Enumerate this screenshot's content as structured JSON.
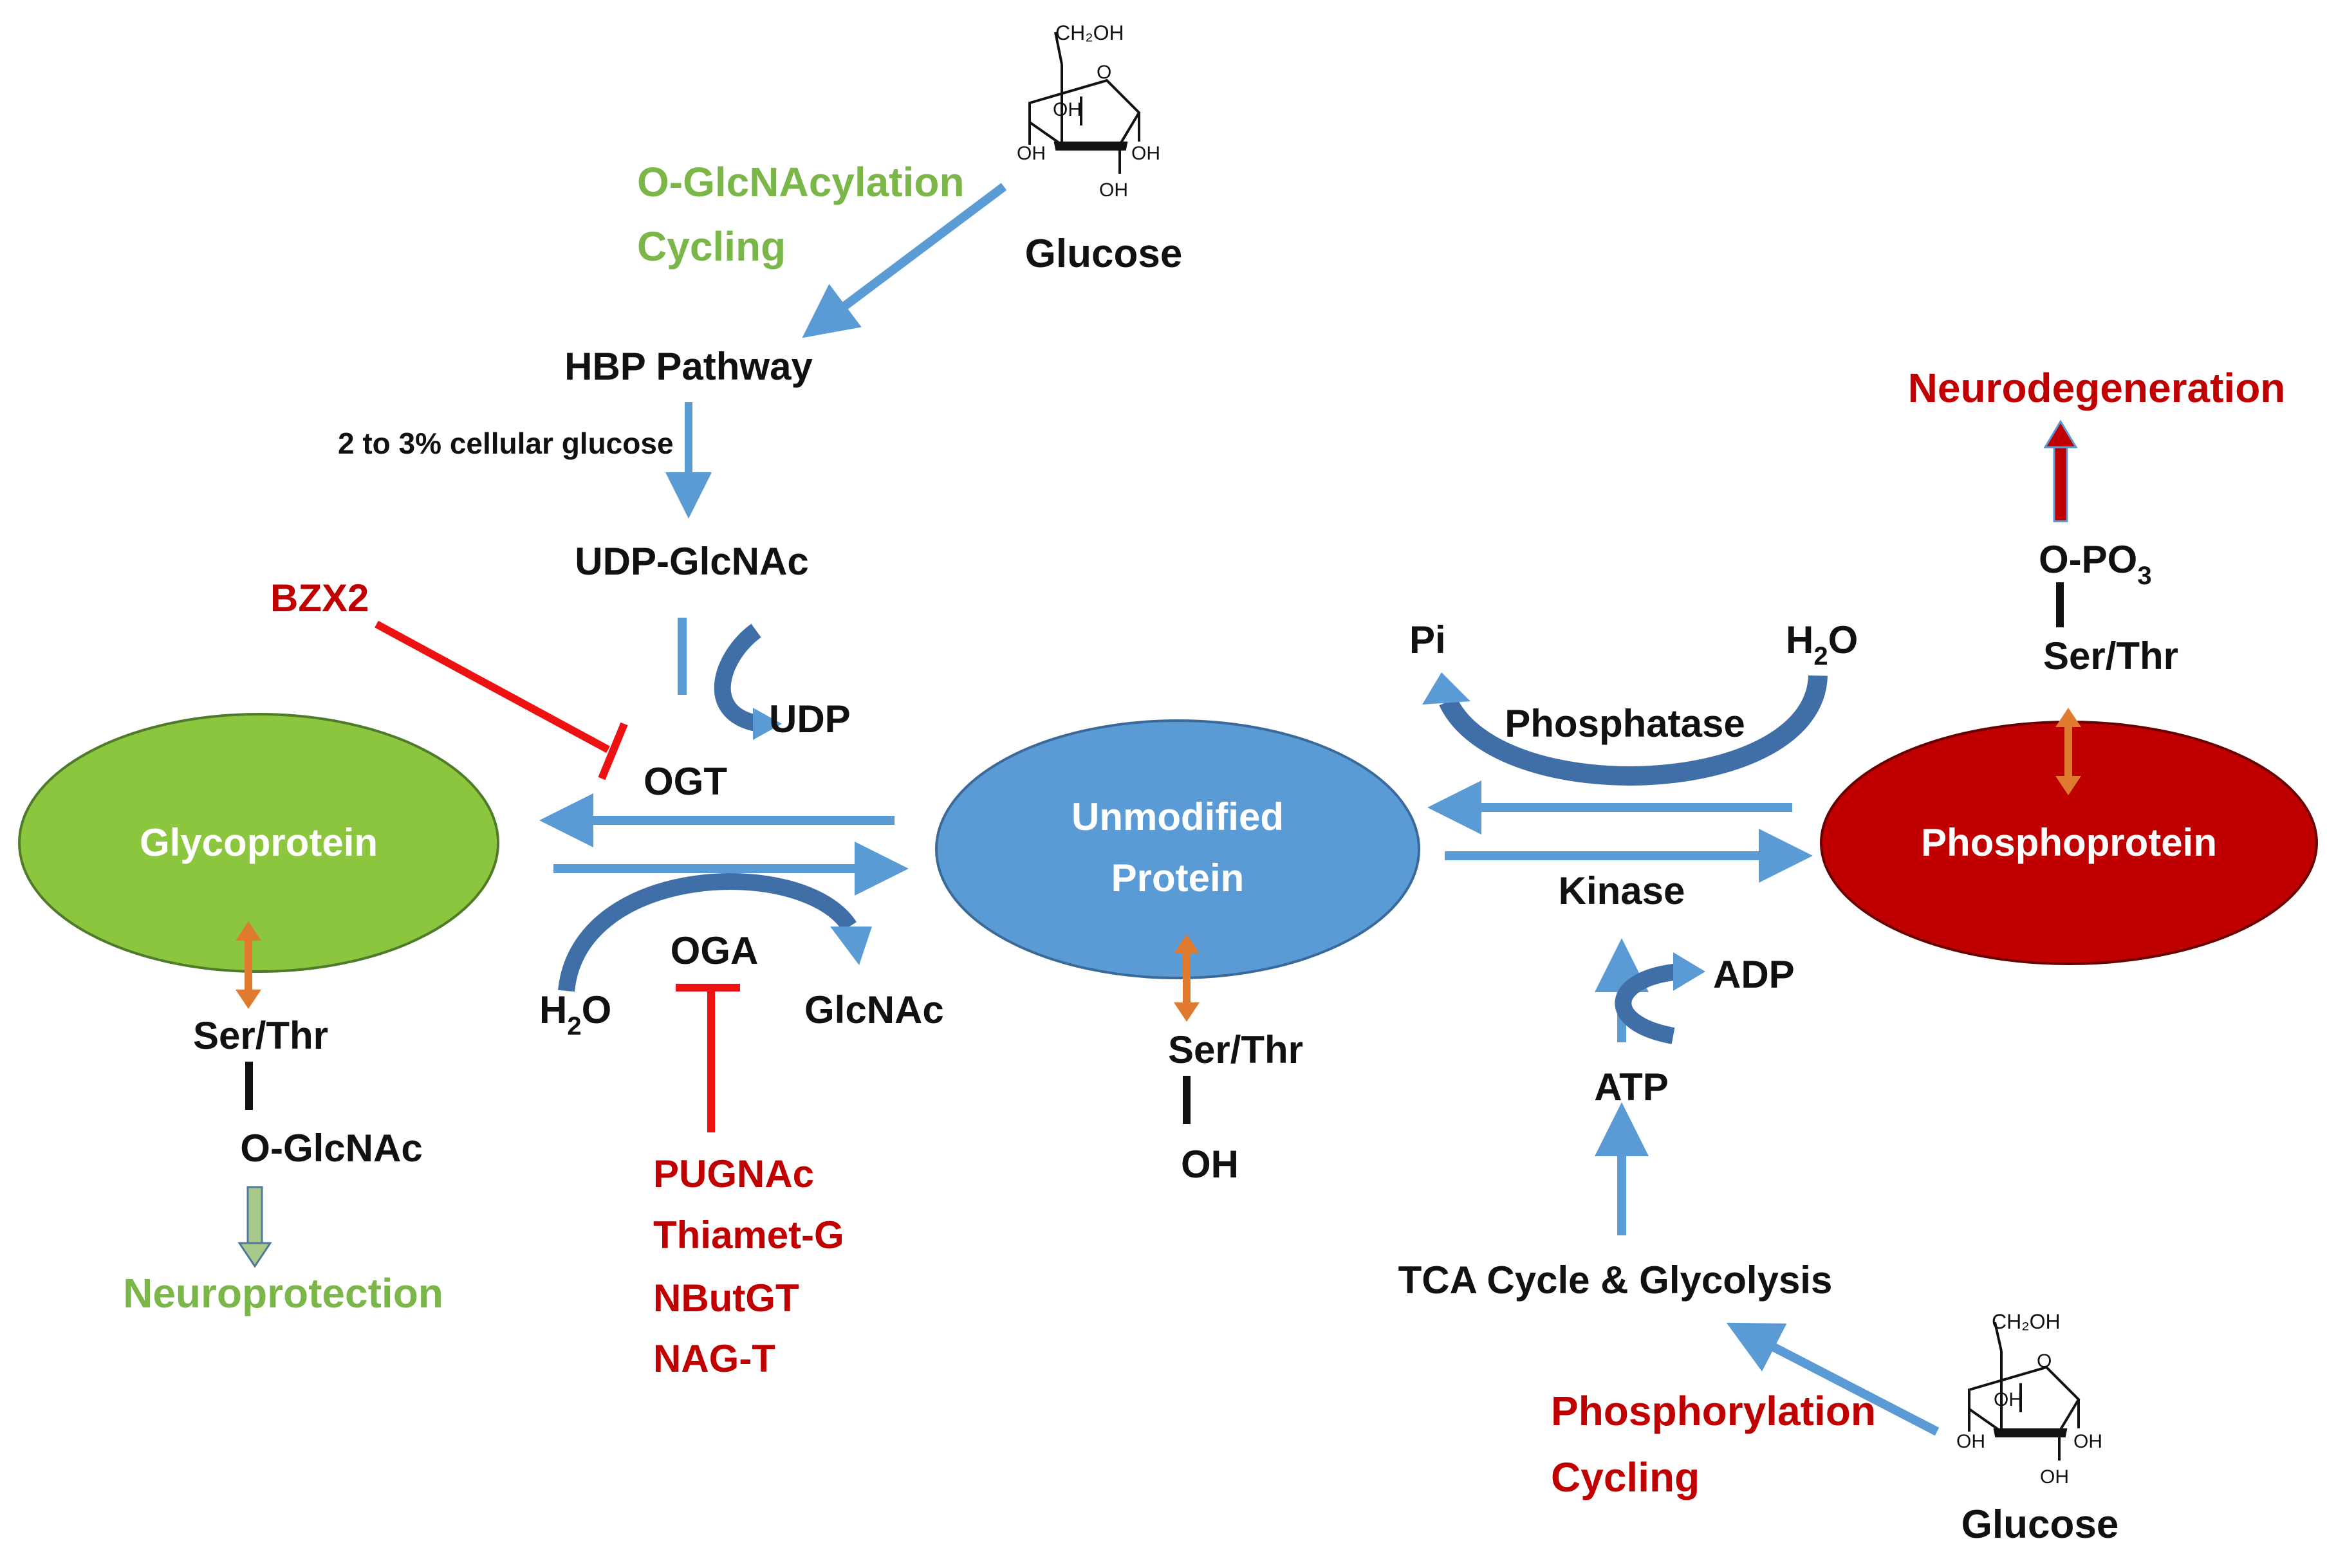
{
  "colors": {
    "arrow_blue": "#5b9bd5",
    "arrow_blue_dark": "#3f6fa6",
    "inhibitor_red": "#ee1111",
    "label_green": "#7ab648",
    "label_red": "#c00000",
    "glycoprotein_fill": "#8cc63f",
    "unmodified_fill": "#5b9bd5",
    "phosphoprotein_fill": "#c00000",
    "double_arrow_orange": "#e07a2e",
    "text_black": "#111111"
  },
  "nodes": {
    "glycoprotein": "Glycoprotein",
    "unmodified_line1": "Unmodified",
    "unmodified_line2": "Protein",
    "phosphoprotein": "Phosphoprotein"
  },
  "glucose_top": {
    "label": "Glucose",
    "ring": {
      "ch2oh": "CH₂OH",
      "o": "O",
      "oh_a": "OH",
      "oh_b": "OH",
      "oh_c": "OH",
      "oh_d": "OH"
    }
  },
  "glucose_bottom": {
    "label": "Glucose",
    "ring": {
      "ch2oh": "CH₂OH",
      "o": "O",
      "oh_a": "OH",
      "oh_b": "OH",
      "oh_c": "OH",
      "oh_d": "OH"
    }
  },
  "left_pathway": {
    "cycling_line1": "O-GlcNAcylation",
    "cycling_line2": "Cycling",
    "hbp": "HBP Pathway",
    "fraction": "2 to 3% cellular glucose",
    "udp_glcnac": "UDP-GlcNAc",
    "udp": "UDP",
    "ogt": "OGT",
    "bzx2": "BZX2",
    "oga": "OGA",
    "h2o_main": "H",
    "h2o_sub": "2",
    "h2o_tail": "O",
    "glcnac": "GlcNAc",
    "oga_inhibitors": [
      "PUGNAc",
      "Thiamet-G",
      "NButGT",
      "NAG-T"
    ]
  },
  "glyco_side": {
    "ser_thr": "Ser/Thr",
    "o_glcnac": "O-GlcNAc",
    "outcome": "Neuroprotection"
  },
  "unmodified_side": {
    "ser_thr": "Ser/Thr",
    "oh": "OH"
  },
  "right_pathway": {
    "pi": "Pi",
    "h2o_main": "H",
    "h2o_sub": "2",
    "h2o_tail": "O",
    "phosphatase": "Phosphatase",
    "kinase": "Kinase",
    "adp": "ADP",
    "atp": "ATP",
    "tca": "TCA Cycle & Glycolysis",
    "cycling_line1": "Phosphorylation",
    "cycling_line2": "Cycling"
  },
  "phospho_side": {
    "outcome": "Neurodegeneration",
    "opo3_main": "O-PO",
    "opo3_sub": "3",
    "ser_thr": "Ser/Thr"
  }
}
